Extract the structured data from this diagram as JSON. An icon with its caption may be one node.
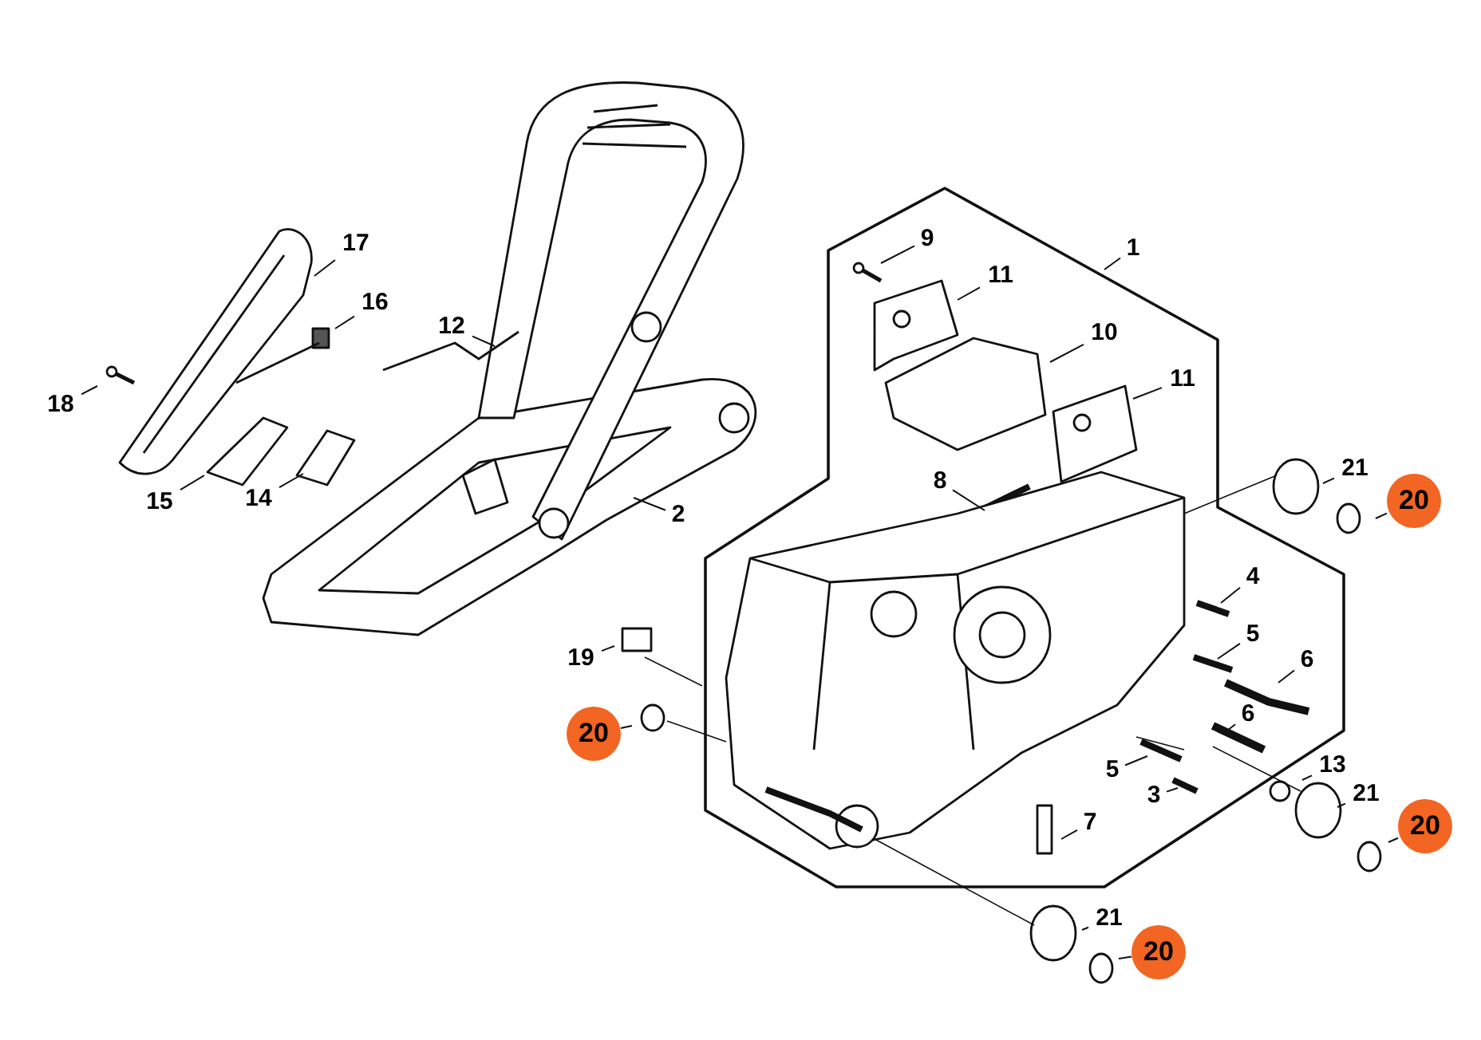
{
  "diagram": {
    "nodes": [
      {
        "text": [
          "9"
        ]
      },
      {
        "text": [
          "17"
        ]
      },
      {
        "text": [
          "1"
        ]
      },
      {
        "text": [
          "11"
        ]
      },
      {
        "text": [
          "16"
        ]
      },
      {
        "text": [
          "12"
        ]
      },
      {
        "text": [
          "10"
        ]
      },
      {
        "text": [
          "11"
        ]
      },
      {
        "text": [
          "18"
        ]
      },
      {
        "text": [
          "21"
        ]
      },
      {
        "text": [
          "8"
        ]
      },
      {
        "text": [
          "14"
        ]
      },
      {
        "text": [
          "15"
        ]
      },
      {
        "text": [
          "20"
        ]
      },
      {
        "text": [
          "2"
        ]
      },
      {
        "text": [
          "4"
        ]
      },
      {
        "text": [
          "5"
        ]
      },
      {
        "text": [
          "19"
        ]
      },
      {
        "text": [
          "6"
        ]
      },
      {
        "text": [
          "6"
        ]
      },
      {
        "text": [
          "20"
        ]
      },
      {
        "text": [
          "13"
        ]
      },
      {
        "text": [
          "5"
        ]
      },
      {
        "text": [
          "21"
        ]
      },
      {
        "text": [
          "3"
        ]
      },
      {
        "text": [
          "7"
        ]
      },
      {
        "text": [
          "20"
        ]
      },
      {
        "text": [
          "21"
        ]
      },
      {
        "text": [
          "20"
        ]
      }
    ],
    "edges": [
      {
        "from": 0,
        "to": null,
        "arrow": "none"
      },
      {
        "from": 1,
        "to": null,
        "arrow": "none"
      },
      {
        "from": 2,
        "to": null,
        "arrow": "none"
      },
      {
        "from": 3,
        "to": null,
        "arrow": "none"
      },
      {
        "from": 4,
        "to": null,
        "arrow": "none"
      },
      {
        "from": 5,
        "to": null,
        "arrow": "none"
      },
      {
        "from": 6,
        "to": null,
        "arrow": "none"
      },
      {
        "from": 7,
        "to": null,
        "arrow": "none"
      },
      {
        "from": 8,
        "to": null,
        "arrow": "none"
      },
      {
        "from": 9,
        "to": null,
        "arrow": "none"
      },
      {
        "from": 10,
        "to": null,
        "arrow": "none"
      },
      {
        "from": 11,
        "to": null,
        "arrow": "none"
      },
      {
        "from": 12,
        "to": null,
        "arrow": "none"
      },
      {
        "from": 13,
        "to": null,
        "arrow": "none"
      },
      {
        "from": 14,
        "to": null,
        "arrow": "none"
      },
      {
        "from": 15,
        "to": null,
        "arrow": "none"
      },
      {
        "from": 16,
        "to": null,
        "arrow": "none"
      },
      {
        "from": 17,
        "to": null,
        "arrow": "none"
      },
      {
        "from": 18,
        "to": null,
        "arrow": "none"
      },
      {
        "from": 19,
        "to": null,
        "arrow": "none"
      },
      {
        "from": 20,
        "to": null,
        "arrow": "none"
      },
      {
        "from": 21,
        "to": null,
        "arrow": "none"
      },
      {
        "from": 22,
        "to": null,
        "arrow": "none"
      },
      {
        "from": 23,
        "to": null,
        "arrow": "none"
      },
      {
        "from": 24,
        "to": null,
        "arrow": "none"
      },
      {
        "from": 25,
        "to": null,
        "arrow": "none"
      },
      {
        "from": 26,
        "to": null,
        "arrow": "none"
      },
      {
        "from": 27,
        "to": null,
        "arrow": "none"
      },
      {
        "from": 28,
        "to": null,
        "arrow": "none"
      }
    ]
  }
}
